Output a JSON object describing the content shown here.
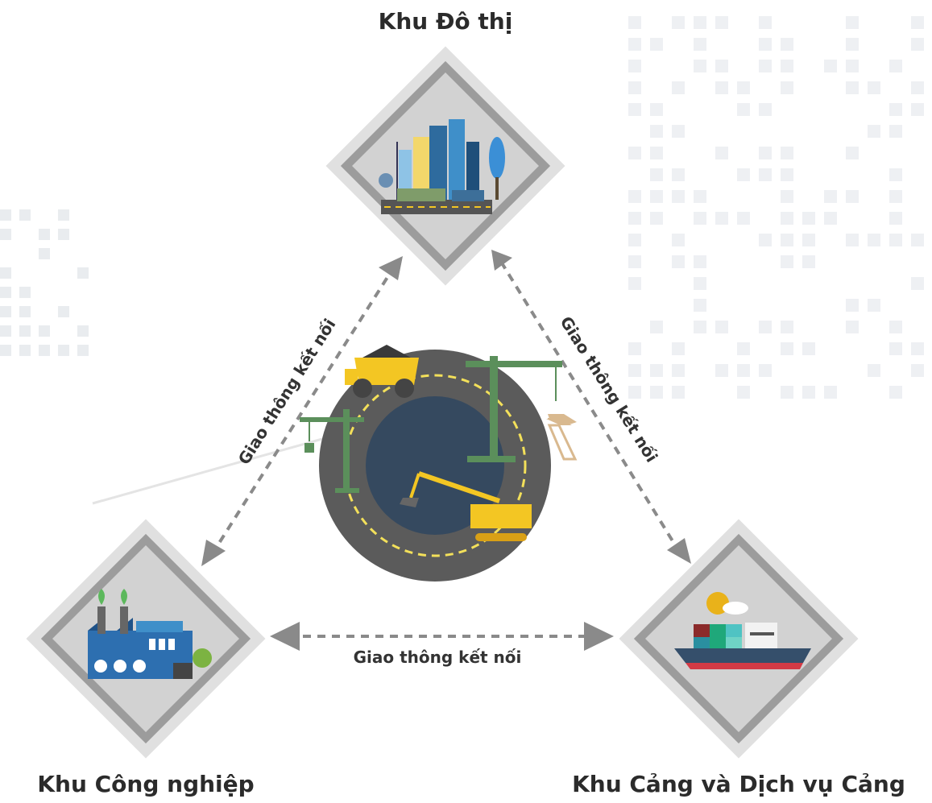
{
  "nodes": [
    {
      "id": "urban",
      "label": "Khu Đô thị",
      "icon": "city-skyline-icon"
    },
    {
      "id": "industrial",
      "label": "Khu Công nghiệp",
      "icon": "factory-icon"
    },
    {
      "id": "port",
      "label": "Khu Cảng và Dịch vụ Cảng",
      "icon": "cargo-ship-icon"
    }
  ],
  "center": {
    "icon": "mine-site-icon"
  },
  "edges": [
    {
      "from": "industrial",
      "to": "urban",
      "label": "Giao thông kết nối"
    },
    {
      "from": "urban",
      "to": "port",
      "label": "Giao thông kết nối"
    },
    {
      "from": "industrial",
      "to": "port",
      "label": "Giao thông kết nối"
    }
  ],
  "colors": {
    "diamond_outer": "#dcdcdc",
    "diamond_ring": "#9a9a9a",
    "diamond_inner": "#cfcfcf",
    "arrow": "#8a8a8a",
    "center_ring": "#5a5a5a",
    "center_core": "#34495e",
    "accent_yellow": "#f3c623",
    "crane_green": "#5b8f5b"
  }
}
